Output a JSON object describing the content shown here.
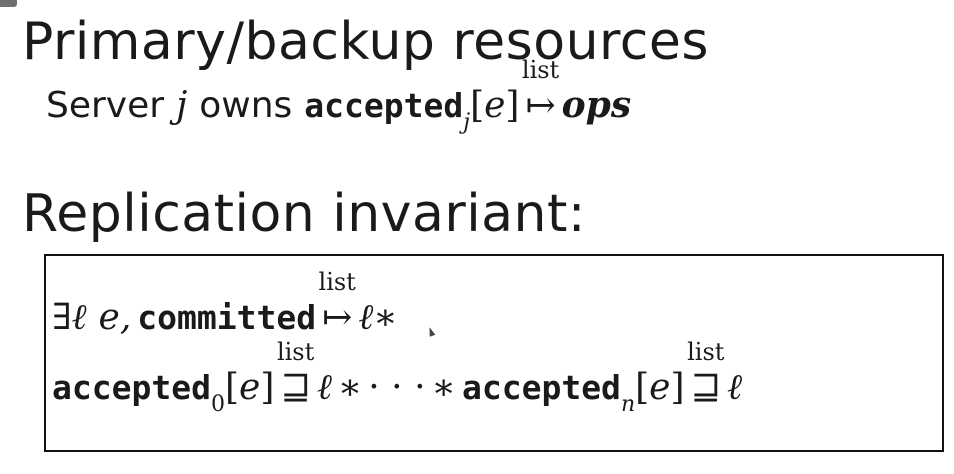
{
  "slide": {
    "heading_1": "Primary/backup resources",
    "heading_2": "Replication invariant:"
  },
  "ownership": {
    "server": "Server",
    "j": "j",
    "owns": "owns",
    "accepted": "accepted",
    "sub_j": "j",
    "lbracket": "[",
    "e": "e",
    "rbracket": "]",
    "over_label": "list",
    "maps_to": "↦",
    "ops": "ops"
  },
  "invariant": {
    "line1": {
      "exists": "∃",
      "ell": "ℓ",
      "e": "e,",
      "committed": "committed",
      "over_label": "list",
      "maps_to": "↦",
      "ell_2": "ℓ",
      "star": "∗"
    },
    "line2": {
      "accepted_0": "accepted",
      "sub_0": "0",
      "lbracket": "[",
      "e": "e",
      "rbracket": "]",
      "over_label_1": "list",
      "sqsupseteq_1": "⊒",
      "ell_1": "ℓ",
      "star_1": "∗",
      "cdots": "· · ·",
      "star_2": "∗",
      "accepted_n": "accepted",
      "sub_n": "n",
      "lbracket_2": "[",
      "e_2": "e",
      "rbracket_2": "]",
      "over_label_2": "list",
      "sqsupseteq_2": "⊒",
      "ell_2": "ℓ"
    }
  }
}
